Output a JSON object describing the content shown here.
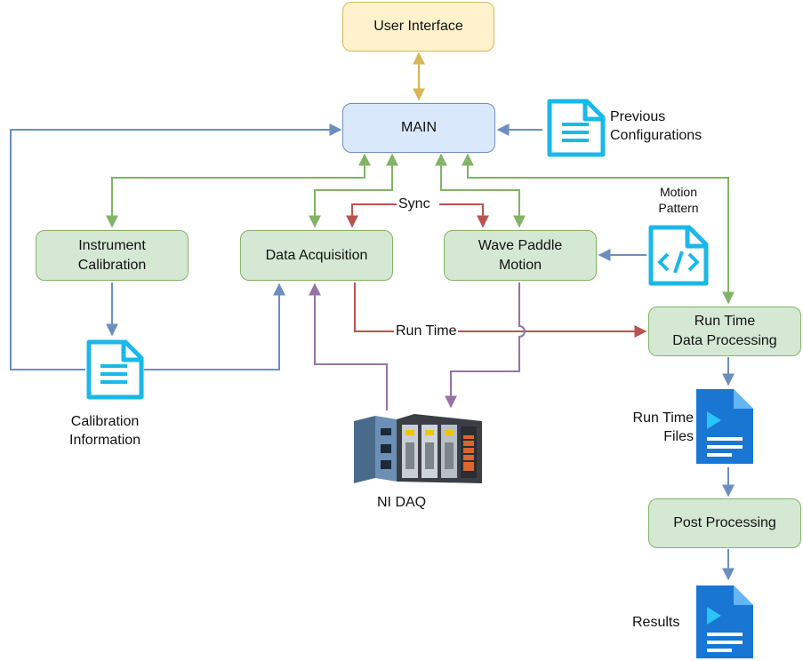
{
  "nodes": {
    "user_interface": "User Interface",
    "main": "MAIN",
    "instrument_calibration": [
      "Instrument",
      "Calibration"
    ],
    "data_acquisition": "Data Acquisition",
    "wave_paddle_motion": [
      "Wave Paddle",
      "Motion"
    ],
    "run_time_processing": [
      "Run Time",
      "Data Processing"
    ],
    "post_processing": "Post Processing"
  },
  "labels": {
    "previous_configurations": [
      "Previous",
      "Configurations"
    ],
    "motion_pattern": [
      "Motion",
      "Pattern"
    ],
    "sync": "Sync",
    "run_time": "Run Time",
    "calibration_information": [
      "Calibration",
      "Information"
    ],
    "ni_daq": "NI DAQ",
    "run_time_files": [
      "Run Time",
      "Files"
    ],
    "results": "Results"
  },
  "colors": {
    "green_fill": "#d5e8d4",
    "green_stroke": "#82b366",
    "blue_fill": "#dae8fc",
    "blue_stroke": "#6c8ebf",
    "yellow_fill": "#fff2cc",
    "yellow_stroke": "#d6b656",
    "arrow_green": "#82b366",
    "arrow_blue": "#6c8ebf",
    "arrow_red": "#b85450",
    "arrow_purple": "#9673a6",
    "arrow_gold": "#d6b656",
    "icon_cyan": "#1ab8e8",
    "icon_blue": "#1976d2"
  },
  "icons": [
    "document-icon",
    "code-file-icon",
    "media-file-icon",
    "daq-hardware-icon"
  ]
}
